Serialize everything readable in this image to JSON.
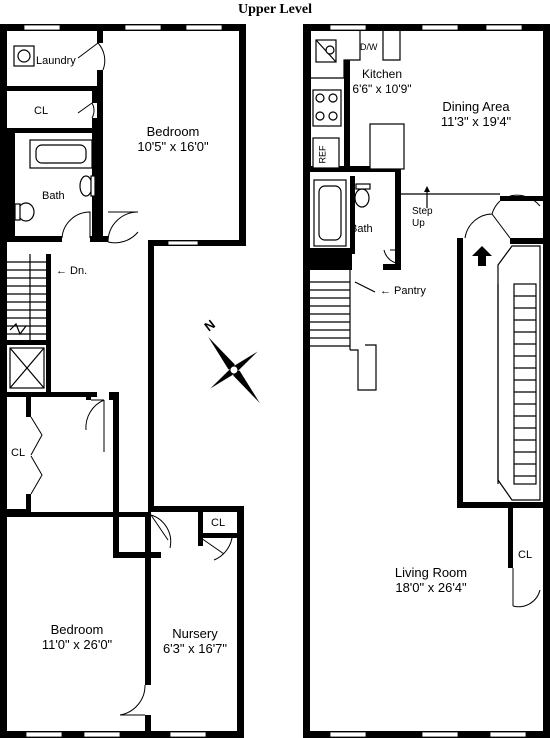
{
  "title": "Upper Level",
  "compass": {
    "label": "N"
  },
  "rooms": {
    "laundry": {
      "name": "Laundry"
    },
    "closet_upper": {
      "name": "CL"
    },
    "bedroom1": {
      "name": "Bedroom",
      "dims": "10'5\" x 16'0\""
    },
    "bath_left": {
      "name": "Bath"
    },
    "stairs_down": {
      "label": "← Dn."
    },
    "closet_mid": {
      "name": "CL"
    },
    "bedroom2": {
      "name": "Bedroom",
      "dims": "11'0\" x 26'0\""
    },
    "nursery": {
      "name": "Nursery",
      "dims": "6'3\" x 16'7\""
    },
    "closet_nursery": {
      "name": "CL"
    },
    "dw": {
      "name": "D/W"
    },
    "kitchen": {
      "name": "Kitchen",
      "dims": "6'6\" x 10'9\""
    },
    "dining": {
      "name": "Dining Area",
      "dims": "11'3\" x 19'4\""
    },
    "ref": {
      "name": "REF"
    },
    "bath_right": {
      "name": "Bath"
    },
    "step_up": {
      "line1": "Step",
      "line2": "Up"
    },
    "pantry": {
      "label": "← Pantry"
    },
    "living": {
      "name": "Living Room",
      "dims": "18'0\" x 26'4\""
    },
    "closet_living": {
      "name": "CL"
    }
  }
}
